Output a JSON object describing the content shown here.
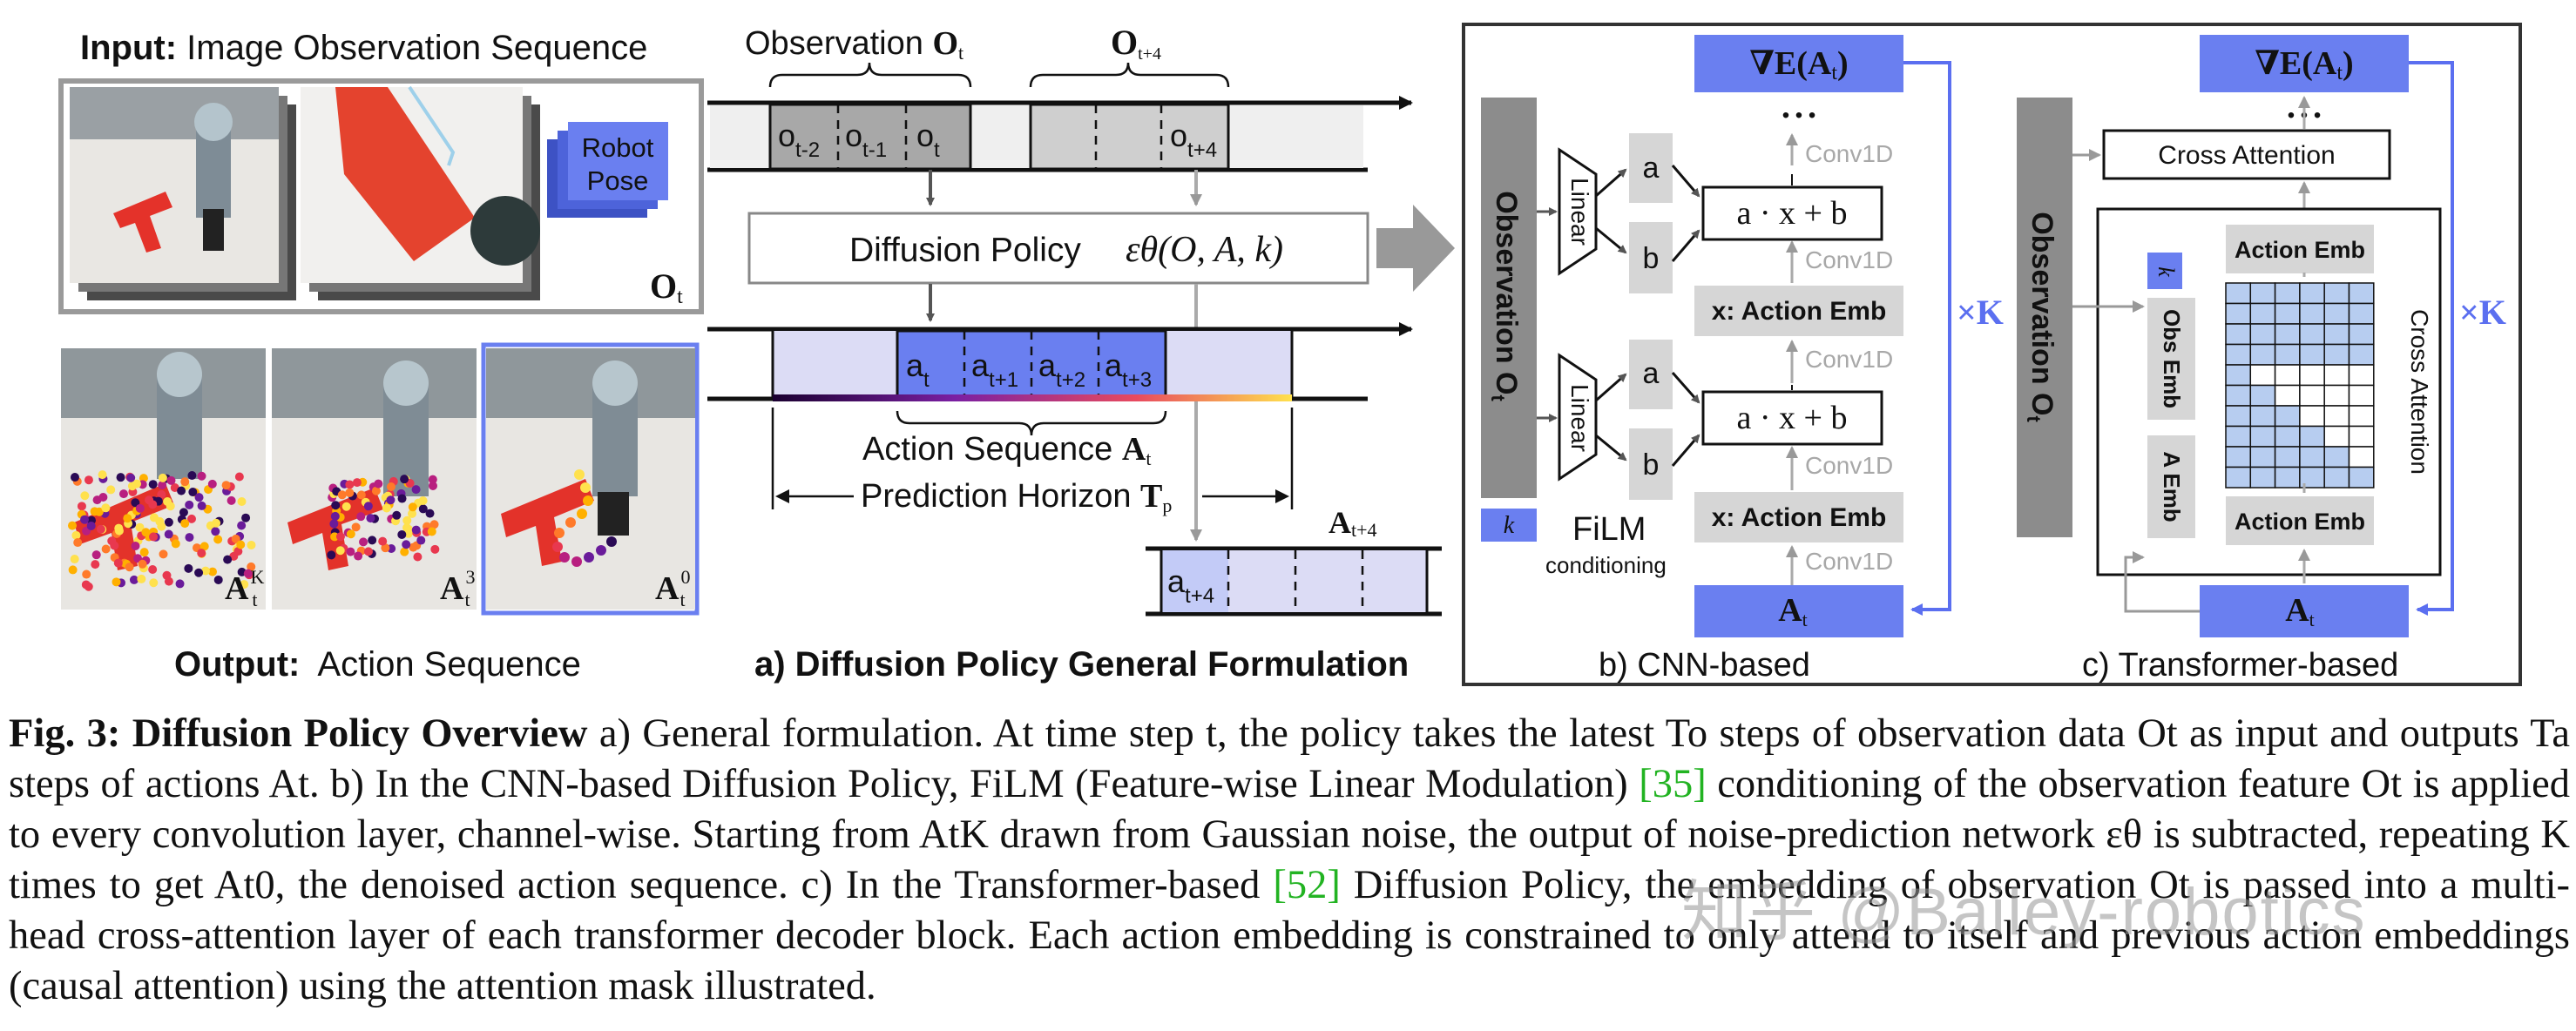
{
  "panel_input": {
    "title_bold": "Input:",
    "title_rest": " Image Observation Sequence",
    "robot_pose": [
      "Robot",
      "Pose"
    ],
    "obs_label": "O",
    "obs_sub": "t"
  },
  "panel_output": {
    "title_bold": "Output:",
    "title_rest": "  Action Sequence",
    "labels": [
      {
        "main": "A",
        "sub": "t",
        "sup": "K"
      },
      {
        "main": "A",
        "sub": "t",
        "sup": "3"
      },
      {
        "main": "A",
        "sub": "t",
        "sup": "0"
      }
    ]
  },
  "panel_a": {
    "obs_title": "Observation ",
    "obs_bold": "O",
    "obs_sub": "t",
    "obs_t4": "O",
    "obs_t4_sub": "t+4",
    "obs_cells": [
      {
        "main": "o",
        "sub": "t-2"
      },
      {
        "main": "o",
        "sub": "t-1"
      },
      {
        "main": "o",
        "sub": "t"
      }
    ],
    "obs_cell_t4": {
      "main": "o",
      "sub": "t+4"
    },
    "policy_label": "Diffusion Policy",
    "policy_formula": "εθ(O, A, k)",
    "action_cells": [
      {
        "main": "a",
        "sub": "t"
      },
      {
        "main": "a",
        "sub": "t+1"
      },
      {
        "main": "a",
        "sub": "t+2"
      },
      {
        "main": "a",
        "sub": "t+3"
      }
    ],
    "action_seq_label": "Action Sequence ",
    "action_seq_bold": "A",
    "action_seq_sub": "t",
    "horizon_label": "Prediction Horizon ",
    "horizon_bold": "T",
    "horizon_sub": "p",
    "next_label": "A",
    "next_sub": "t+4",
    "next_cell": {
      "main": "a",
      "sub": "t+4"
    },
    "caption": "a) Diffusion Policy General Formulation"
  },
  "panel_b": {
    "observation": "Observation O",
    "observation_sub": "t",
    "linear": "Linear",
    "a": "a",
    "b": "b",
    "film_expr": "a · x + b",
    "conv": "Conv1D",
    "action_emb": "x: Action Emb",
    "grad": "∇E(A",
    "grad_sub": "t",
    "grad_close": ")",
    "dots": "• • •",
    "film": "FiLM",
    "film_sub": "conditioning",
    "k": "k",
    "at": "A",
    "at_sub": "t",
    "times_k": "×K",
    "caption": "b) CNN-based"
  },
  "panel_c": {
    "observation": "Observation O",
    "observation_sub": "t",
    "cross_attention": "Cross Attention",
    "cross_attention_vertical": "Cross Attention",
    "action_emb": "Action Emb",
    "obs_emb": "Obs Emb",
    "a_emb": "A Emb",
    "k": "k",
    "grad": "∇E(A",
    "grad_sub": "t",
    "grad_close": ")",
    "dots": "• • •",
    "at": "A",
    "at_sub": "t",
    "times_k": "×K",
    "caption": "c) Transformer-based"
  },
  "caption": {
    "fig": "Fig. 3:",
    "title": "Diffusion Policy Overview",
    "text_1": " a) General formulation. At time step t, the policy takes the latest To steps of observation data Ot as input and outputs Ta steps of actions At. b) In the CNN-based Diffusion Policy, FiLM (Feature-wise Linear Modulation) ",
    "ref_1": "[35]",
    "text_2": " conditioning of the observation feature Ot is applied to every convolution layer, channel-wise. Starting from AtK drawn from Gaussian noise, the output of noise-prediction network εθ is subtracted, repeating K times to get At0, the denoised action sequence. c) In the Transformer-based ",
    "ref_2": "[52]",
    "text_3": " Diffusion Policy, the embedding of observation Ot is passed into a multi-head cross-attention layer of each transformer decoder block. Each action embedding is constrained to only attend to itself and previous action embeddings (causal attention) using the attention mask illustrated."
  },
  "watermark": "知乎 @Bailey-robotics",
  "colors": {
    "blue": "#6a7ff0",
    "blue_light": "#c7cff7",
    "grid_blue": "#b7cdf0",
    "gray_dark": "#8c8c8c",
    "gray_light": "#d6d6d6",
    "ref_green": "#22b322"
  }
}
